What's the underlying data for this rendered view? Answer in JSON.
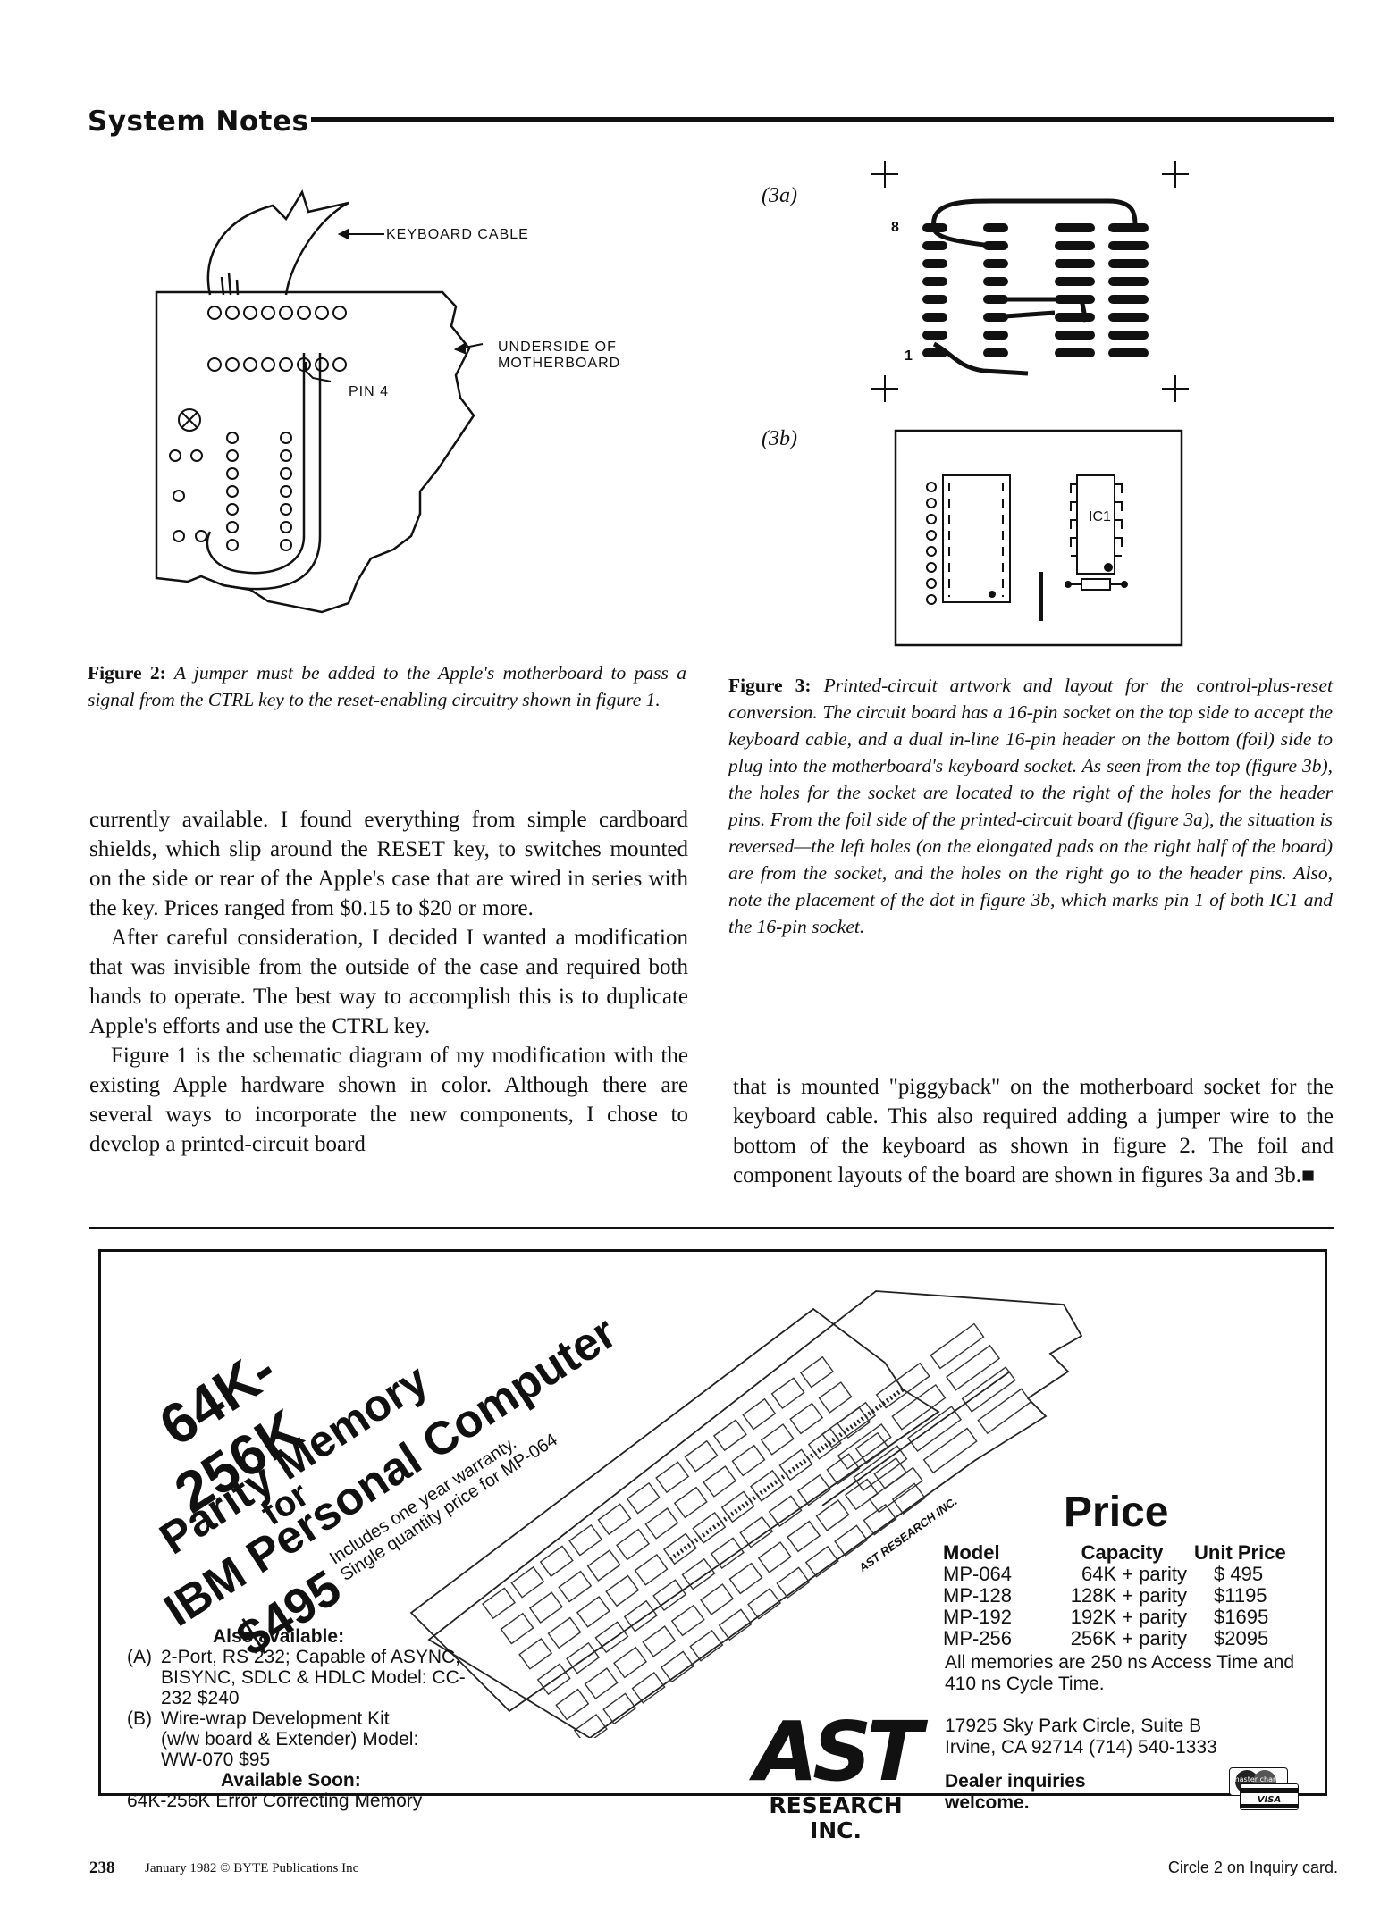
{
  "header": {
    "section_title": "System Notes"
  },
  "figure2": {
    "labels": {
      "keyboard_cable": "KEYBOARD CABLE",
      "underside_line1": "UNDERSIDE OF",
      "underside_line2": "MOTHERBOARD",
      "pin4": "PIN 4"
    },
    "caption_label": "Figure 2:",
    "caption_text": "A jumper must be added to the Apple's motherboard to pass a signal from the CTRL key to the reset-enabling circuitry shown in figure 1."
  },
  "figure3": {
    "label_3a": "(3a)",
    "label_3b": "(3b)",
    "pin8": "8",
    "pin1": "1",
    "ic1": "IC1",
    "caption_label": "Figure 3:",
    "caption_text": "Printed-circuit artwork and layout for the control-plus-reset conversion. The circuit board has a 16-pin socket on the top side to accept the keyboard cable, and a dual in-line 16-pin header on the bottom (foil) side to plug into the motherboard's keyboard socket. As seen from the top (figure 3b), the holes for the socket are located to the right of the holes for the header pins. From the foil side of the printed-circuit board (figure 3a), the situation is reversed—the left holes (on the elongated pads on the right half of the board) are from the socket, and the holes on the right go to the header pins. Also, note the placement of the dot in figure 3b, which marks pin 1 of both IC1 and the 16-pin socket."
  },
  "body_left": {
    "p1": "currently available. I found everything from simple cardboard shields, which slip around the RESET key, to switches mounted on the side or rear of the Apple's case that are wired in series with the key. Prices ranged from $0.15 to $20 or more.",
    "p2": "After careful consideration, I decided I wanted a modification that was invisible from the outside of the case and required both hands to operate. The best way to accomplish this is to duplicate Apple's efforts and use the CTRL key.",
    "p3": "Figure 1 is the schematic diagram of my modification with the existing Apple hardware shown in color. Although there are several ways to incorporate the new components, I chose to develop a printed-circuit board"
  },
  "body_right": {
    "p1": "that is mounted \"piggyback\" on the motherboard socket for the keyboard cable. This also required adding a jumper wire to the bottom of the keyboard as shown in figure 2. The foil and component layouts of the board are shown in figures 3a and 3b.",
    "end_mark": "■"
  },
  "ad": {
    "headline_1": "64K-",
    "headline_2": "256K",
    "headline_3": "Parity Memory",
    "headline_4": "for",
    "headline_5": "IBM Personal Computer",
    "headline_price": "$495",
    "warranty_line1": "Includes one year warranty.",
    "warranty_line2": "Single quantity price for MP-064",
    "board_brand": "AST RESEARCH INC.",
    "price_title": "Price",
    "table_headers": [
      "Model",
      "Capacity",
      "Unit Price"
    ],
    "table_rows": [
      [
        "MP-064",
        "64K + parity",
        "$ 495"
      ],
      [
        "MP-128",
        "128K + parity",
        "$1195"
      ],
      [
        "MP-192",
        "192K + parity",
        "$1695"
      ],
      [
        "MP-256",
        "256K + parity",
        "$2095"
      ]
    ],
    "timing_note": "All memories are 250 ns Access Time and 410 ns Cycle Time.",
    "address_line1": "17925 Sky Park Circle, Suite B",
    "address_line2": "Irvine, CA 92714 (714) 540-1333",
    "dealer_line1": "Dealer inquiries",
    "dealer_line2": "welcome.",
    "card_mastercharge": "master charge",
    "card_visa": "VISA",
    "also_title": "Also available:",
    "also_a_prefix": "(A)",
    "also_a": "2-Port, RS 232; Capable of ASYNC, BISYNC, SDLC & HDLC Model: CC-232 $240",
    "also_b_prefix": "(B)",
    "also_b": "Wire-wrap Development Kit (w/w board & Extender) Model: WW-070 $95",
    "soon_title": "Available Soon:",
    "soon_text": "64K-256K Error Correcting Memory",
    "logo_main": "AST",
    "logo_sub": "RESEARCH INC."
  },
  "footer": {
    "page_number": "238",
    "publication": "January 1982 © BYTE Publications Inc",
    "inquiry": "Circle 2 on Inquiry card."
  }
}
